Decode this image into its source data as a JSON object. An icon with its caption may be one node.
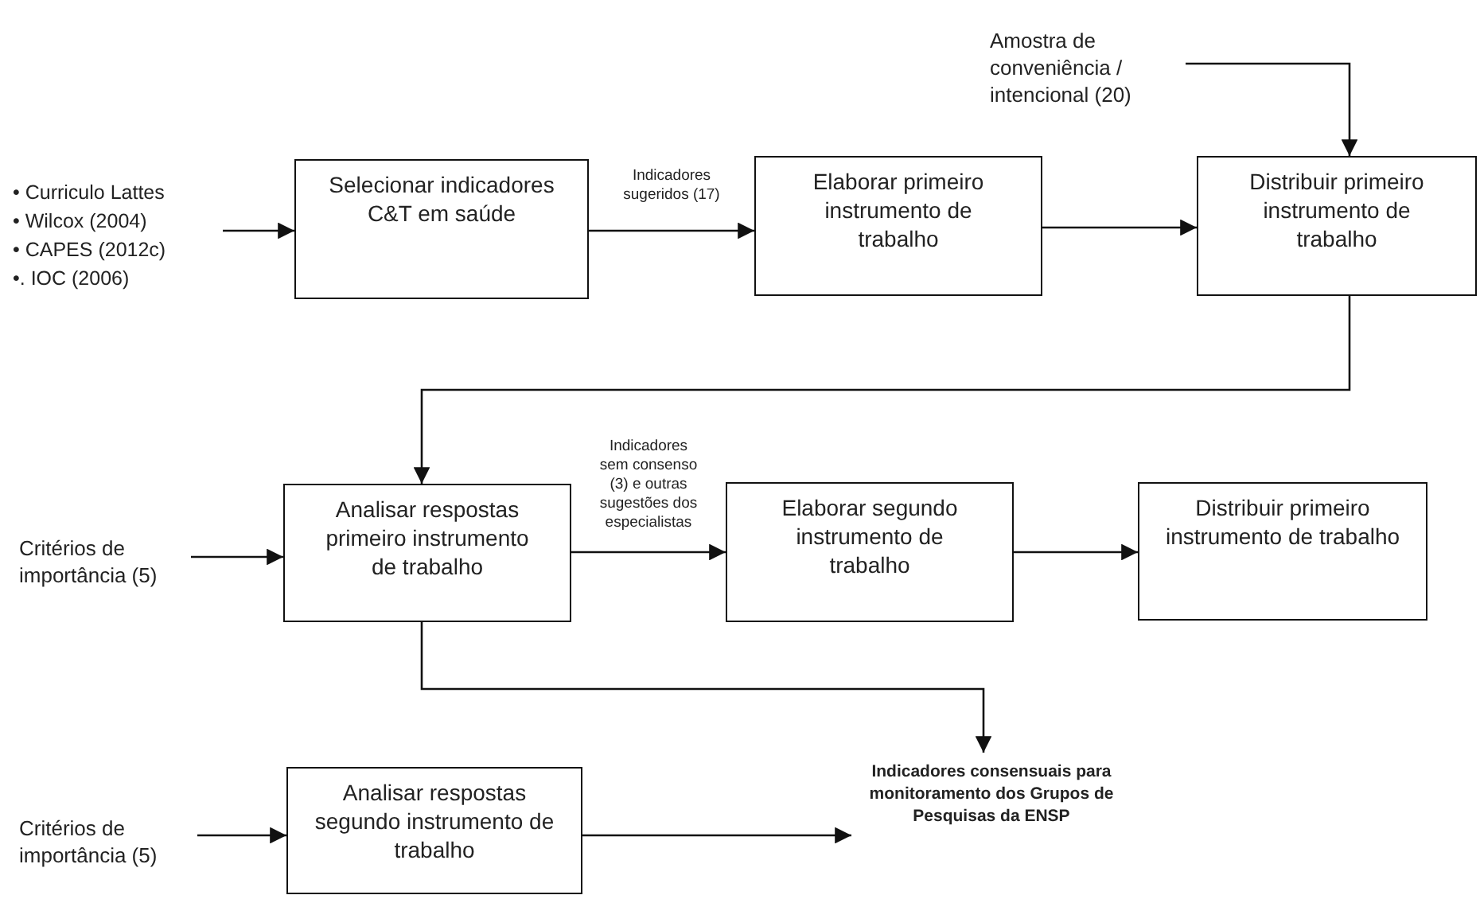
{
  "diagram": {
    "nodes": [
      {
        "text": [
          "• Curriculo Lattes",
          "• Wilcox (2004)",
          "• CAPES (2012c)",
          "•. IOC (2006)"
        ]
      },
      {
        "text": [
          "Selecionar indicadores C&T em saúde"
        ]
      },
      {
        "text": [
          "Elaborar primeiro instrumento de trabalho"
        ]
      },
      {
        "text": [
          "Amostra de conveniência / intencional (20)"
        ]
      },
      {
        "text": [
          "Distribuir primeiro instrumento de trabalho"
        ]
      },
      {
        "text": [
          "Critérios de importância (5)"
        ]
      },
      {
        "text": [
          "Analisar respostas primeiro instrumento de trabalho"
        ]
      },
      {
        "text": [
          "Elaborar segundo instrumento de trabalho"
        ]
      },
      {
        "text": [
          "Distribuir primeiro instrumento de trabalho"
        ]
      },
      {
        "text": [
          "Critérios de importância (5)"
        ]
      },
      {
        "text": [
          "Analisar respostas segundo instrumento de trabalho"
        ]
      },
      {
        "text": [
          "Indicadores consensuais para monitoramento dos Grupos de Pesquisas da ENSP"
        ]
      }
    ],
    "edges": [
      {
        "from": 0,
        "to": 1,
        "arrow": "to"
      },
      {
        "from": 1,
        "to": 2,
        "arrow": "to",
        "label": "Indicadores sugeridos (17)"
      },
      {
        "from": 2,
        "to": 4,
        "arrow": "to"
      },
      {
        "from": 3,
        "to": 4,
        "arrow": "to"
      },
      {
        "from": 4,
        "to": 6,
        "arrow": "to"
      },
      {
        "from": 5,
        "to": 6,
        "arrow": "to"
      },
      {
        "from": 6,
        "to": 7,
        "arrow": "to",
        "label": "Indicadores sem consenso (3) e outras sugestões dos especialistas"
      },
      {
        "from": 7,
        "to": 8,
        "arrow": "to"
      },
      {
        "from": 6,
        "to": 11,
        "arrow": "to"
      },
      {
        "from": 9,
        "to": 10,
        "arrow": "to"
      },
      {
        "from": 10,
        "to": 11,
        "arrow": "to"
      }
    ]
  }
}
